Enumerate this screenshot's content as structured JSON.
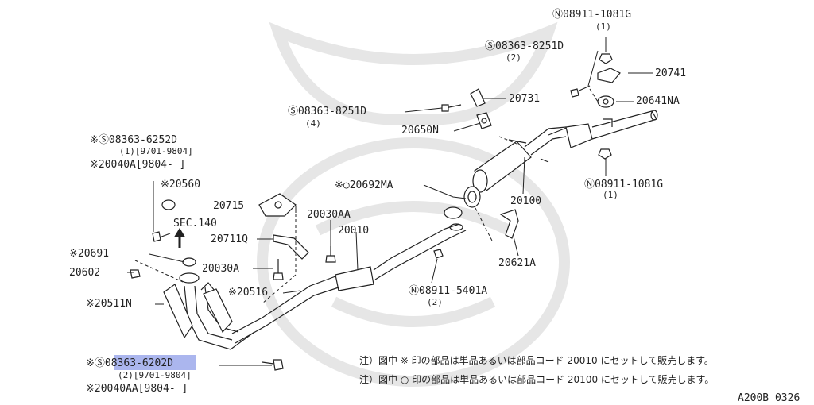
{
  "labels": {
    "p08911_1081G_top": "Ⓝ08911-1081G",
    "q_1_top": "(1)",
    "p08363_8251D_a": "Ⓢ08363-8251D",
    "q_2_a": "(2)",
    "p20741": "20741",
    "p20641NA": "20641NA",
    "p20731": "20731",
    "p08363_8251D_b": "Ⓢ08363-8251D",
    "q_4": "(4)",
    "p20650N": "20650N",
    "p08911_1081G_bot": "Ⓝ08911-1081G",
    "q_1_bot": "(1)",
    "p20100": "20100",
    "p20692MA": "※○20692MA",
    "p20621A": "20621A",
    "p08363_6252D": "※Ⓢ08363-6252D",
    "q_6252D": "(1)[9701-9804]",
    "p20040A": "※20040A[9804-    ]",
    "p20560": "※20560",
    "sec140": "SEC.140",
    "p20715": "20715",
    "p20030AA": "20030AA",
    "p20010": "20010",
    "p20711Q": "20711Q",
    "p20691": "※20691",
    "p20030A": "20030A",
    "p20602": "20602",
    "p20516": "※20516",
    "p20511N": "※20511N",
    "p08911_5401A": "Ⓝ08911-5401A",
    "q_5401A": "(2)",
    "p08363_6202D": "※Ⓢ08363-6202D",
    "q_6202D": "(2)[9701-9804]",
    "p20040AA": "※20040AA[9804-    ]"
  },
  "notes": {
    "line1": "注）図中 ※ 印の部品は単品あるいは部品コード 20010 にセットして販売します。",
    "line2": "注）図中 ○ 印の部品は単品あるいは部品コード 20100 にセットして販売します。"
  },
  "diagram_code": "A200B 0326",
  "colors": {
    "ink": "#222222",
    "watermark": "#e6e6e6",
    "highlight": "#8f9ee8"
  }
}
